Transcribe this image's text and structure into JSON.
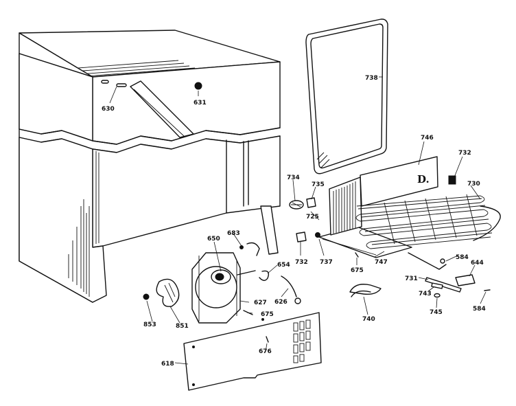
{
  "diagram": {
    "part_labels": {
      "p630": "630",
      "p631": "631",
      "p738": "738",
      "p746": "746",
      "p732a": "732",
      "p730": "730",
      "p734": "734",
      "p735": "735",
      "p725": "725",
      "p683": "683",
      "p650": "650",
      "p654": "654",
      "p732b": "732",
      "p737": "737",
      "p675a": "675",
      "p747": "747",
      "p584a": "584",
      "p644": "644",
      "p731": "731",
      "p743": "743",
      "p745": "745",
      "p584b": "584",
      "p627": "627",
      "p626": "626",
      "p740": "740",
      "p675b": "675",
      "p853": "853",
      "p851": "851",
      "p676": "676",
      "p618": "618"
    },
    "panel_mark": "D."
  }
}
